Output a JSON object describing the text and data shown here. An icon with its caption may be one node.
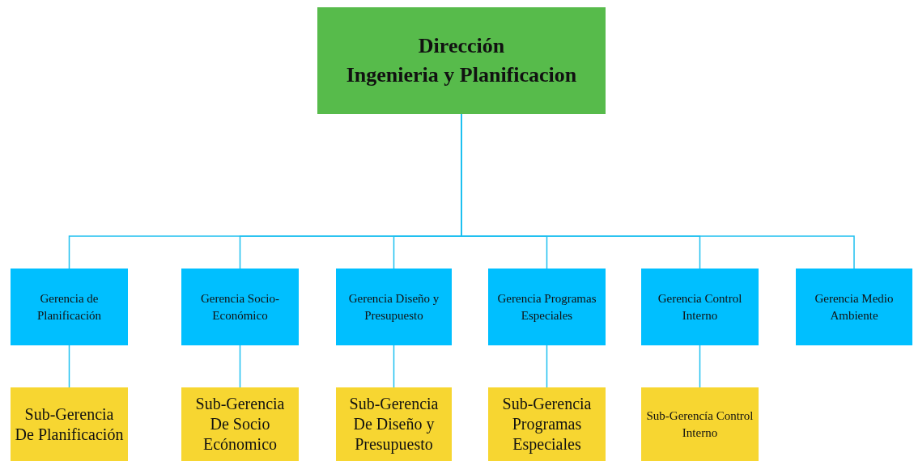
{
  "diagram": {
    "nodes": [
      {
        "text": [
          "Dirección",
          "Ingenieria y Planificacion"
        ]
      },
      {
        "text": [
          "Gerencia de Planificación"
        ]
      },
      {
        "text": [
          "Gerencia Socio- Económico"
        ]
      },
      {
        "text": [
          "Gerencia Diseño y Presupuesto"
        ]
      },
      {
        "text": [
          "Gerencia Programas Especiales"
        ]
      },
      {
        "text": [
          "Gerencia Control Interno"
        ]
      },
      {
        "text": [
          "Gerencia Medio Ambiente"
        ]
      },
      {
        "text": [
          "Sub-Gerencia De Planificación"
        ]
      },
      {
        "text": [
          "Sub-Gerencia De Socio Ecónomico"
        ]
      },
      {
        "text": [
          "Sub-Gerencia De Diseño y Presupuesto"
        ]
      },
      {
        "text": [
          "Sub-Gerencia Programas Especiales"
        ]
      },
      {
        "text": [
          "Sub-Gerencía Control Interno"
        ]
      }
    ],
    "edges": [
      {
        "from": 0,
        "to": 1,
        "arrow": "none"
      },
      {
        "from": 0,
        "to": 2,
        "arrow": "none"
      },
      {
        "from": 0,
        "to": 3,
        "arrow": "none"
      },
      {
        "from": 0,
        "to": 4,
        "arrow": "none"
      },
      {
        "from": 0,
        "to": 5,
        "arrow": "none"
      },
      {
        "from": 0,
        "to": 6,
        "arrow": "none"
      },
      {
        "from": 1,
        "to": 7,
        "arrow": "none"
      },
      {
        "from": 2,
        "to": 8,
        "arrow": "none"
      },
      {
        "from": 3,
        "to": 9,
        "arrow": "none"
      },
      {
        "from": 4,
        "to": 10,
        "arrow": "none"
      },
      {
        "from": 5,
        "to": 11,
        "arrow": "none"
      }
    ]
  }
}
